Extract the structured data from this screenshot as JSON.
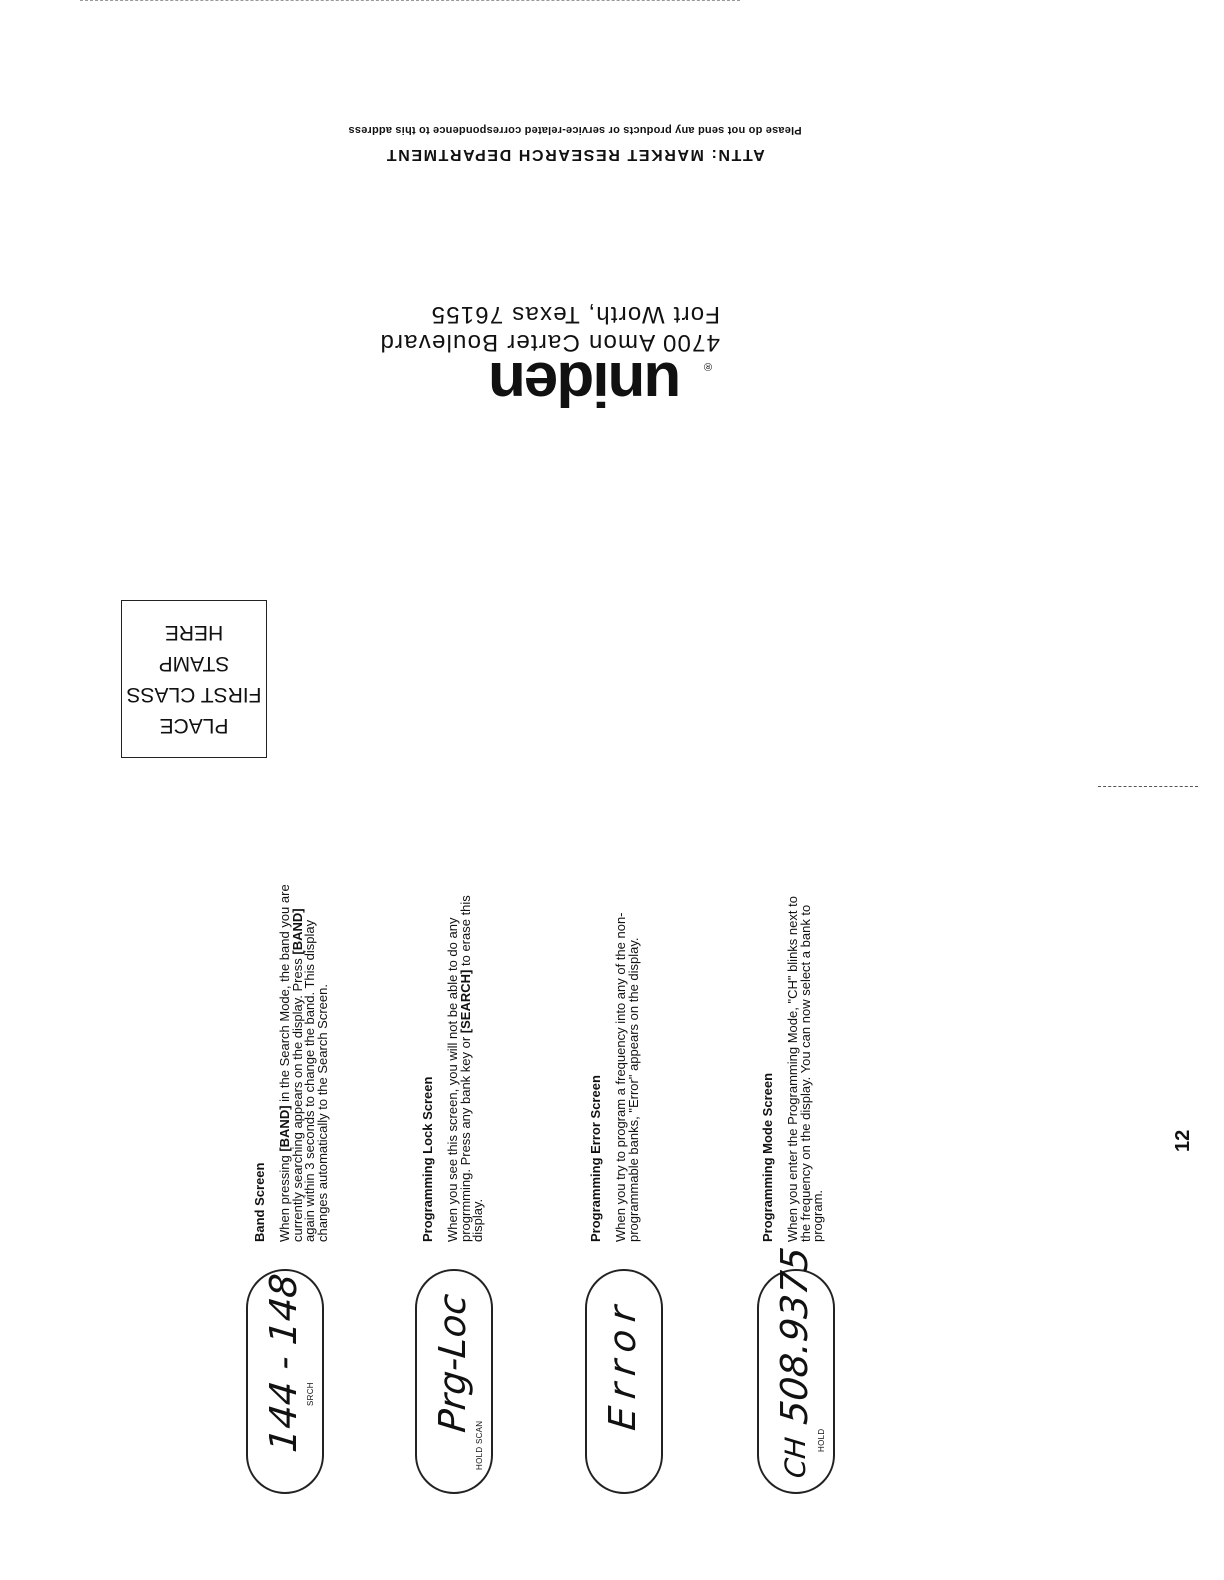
{
  "mailer": {
    "note": "Please do not send any products or service-related correspondence to this address",
    "attn": "ATTN:  MARKET RESEARCH DEPARTMENT",
    "brand": "uniden",
    "registered_mark": "®",
    "street": "4700 Amon Carter Boulevard",
    "city": "Fort Worth, Texas 76155",
    "stamp_lines": [
      "PLACE",
      "FIRST CLASS",
      "STAMP",
      "HERE"
    ]
  },
  "entries": [
    {
      "display_main": "144 - 148",
      "display_indicator": "SRCH",
      "title": "Band Screen",
      "body": [
        {
          "t": "When pressing ",
          "b": false
        },
        {
          "t": "[BAND]",
          "b": true
        },
        {
          "t": " in the Search Mode, the band you are currently searching appears on the display.  Press ",
          "b": false
        },
        {
          "t": "[BAND]",
          "b": true
        },
        {
          "t": " again within 3 seconds to change the band.  This display changes automatically to the Search Screen.",
          "b": false
        }
      ]
    },
    {
      "display_main": "Prg-Loc",
      "display_indicator": "HOLD SCAN",
      "title": "Programming Lock Screen",
      "body": [
        {
          "t": "When you see this screen, you will not be able to do any progrmming.  Press any bank key or ",
          "b": false
        },
        {
          "t": "[SEARCH]",
          "b": true
        },
        {
          "t": " to erase this display.",
          "b": false
        }
      ]
    },
    {
      "display_main": "Error",
      "display_indicator": "",
      "title": "Programming Error Screen",
      "body": [
        {
          "t": "When you try to program a frequency into any of the non-programmable banks, \"Error\" appears on the display.",
          "b": false
        }
      ]
    },
    {
      "display_main": "508.9375",
      "display_prefix": "CH",
      "display_indicator": "HOLD",
      "title": "Programming Mode Screen",
      "body": [
        {
          "t": "When you enter the Programming Mode, \"CH\" blinks next to the frequency on the display.  You can now select a bank to program.",
          "b": false
        }
      ]
    }
  ],
  "page_number": "12"
}
